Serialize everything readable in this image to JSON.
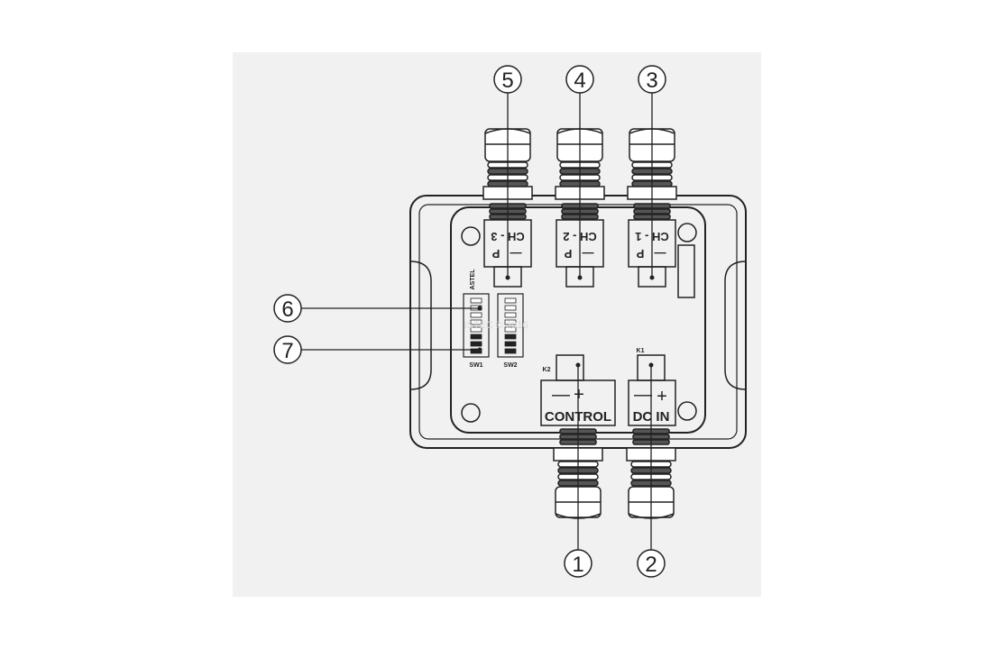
{
  "callouts": [
    "1",
    "2",
    "3",
    "4",
    "5",
    "6",
    "7"
  ],
  "channels": {
    "ch1": "CH - 1",
    "ch2": "CH - 2",
    "ch3": "CH - 3",
    "p": "P",
    "minus": "—"
  },
  "switches": {
    "sw1": "SW1",
    "sw2": "SW2"
  },
  "brand": "ASTEL",
  "terminals": {
    "control": "CONTROL",
    "control_minus": "—",
    "control_plus": "+",
    "dcin": "DC IN",
    "dcin_minus": "—",
    "dcin_plus": "+",
    "k1": "K1",
    "k2": "K2"
  },
  "watermark": "ISTEC © 2016",
  "colors": {
    "line": "#222222",
    "panel": "#f1f1f1",
    "background": "#ffffff"
  }
}
